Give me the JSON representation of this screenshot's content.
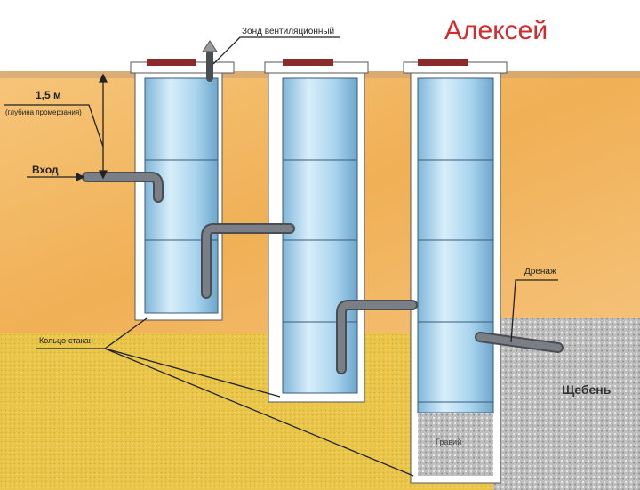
{
  "signature": "Алексей",
  "labels": {
    "vent": "Зонд вентиляционный",
    "depth": "1,5 м",
    "depth_note": "(глубина промерзания)",
    "inlet": "Вход",
    "ring": "Кольцо-стакан",
    "drain": "Дренаж",
    "crushed_stone": "Щебень",
    "gravel": "Гравий"
  },
  "colors": {
    "soil": "#f2b660",
    "sand": "#e8c84a",
    "stone": "#b8b8b8",
    "water": "#a9d4ee",
    "lid": "#8a2a2a",
    "pipe": "#6b6f75",
    "signature": "#d42a2a"
  }
}
